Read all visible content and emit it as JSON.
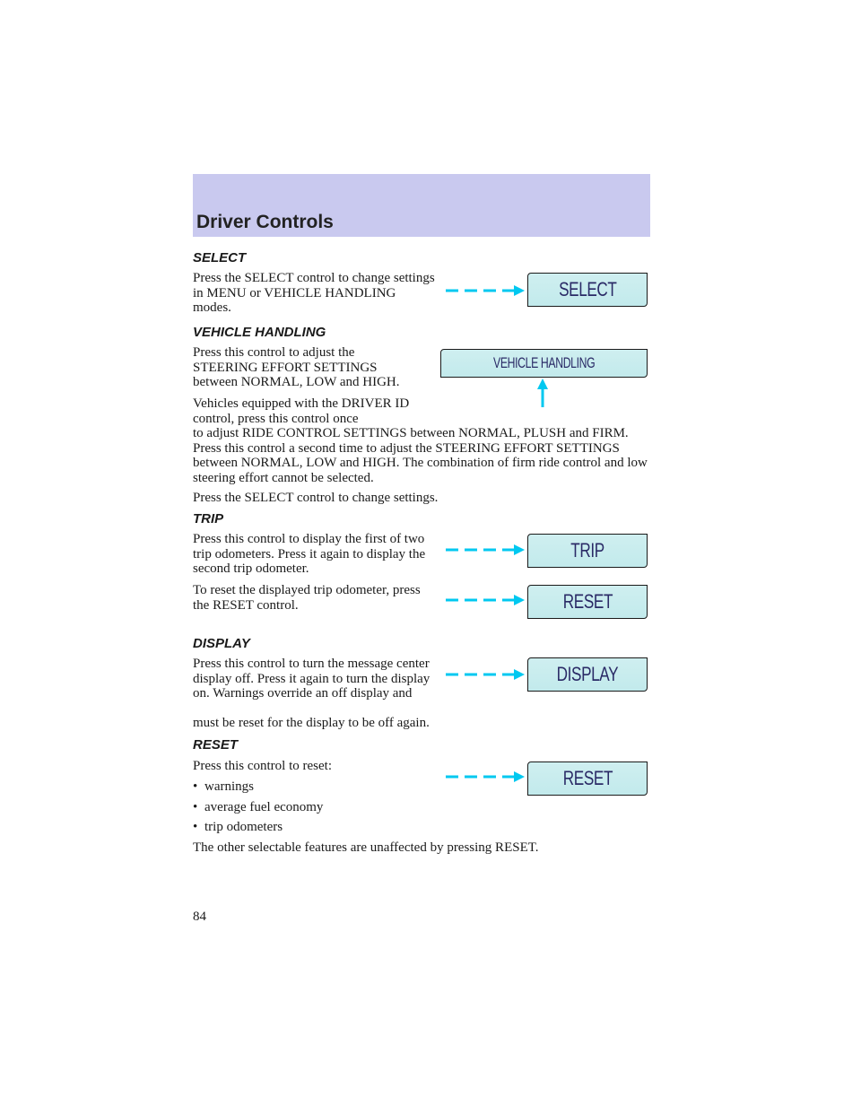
{
  "header": {
    "title": "Driver Controls"
  },
  "sections": {
    "select": {
      "heading": "SELECT",
      "text": "Press the SELECT control to change settings in MENU or VEHICLE HANDLING modes.",
      "button": "SELECT"
    },
    "vehicle_handling": {
      "heading": "VEHICLE HANDLING",
      "text1": "Press this control to adjust the STEERING EFFORT SETTINGS between NORMAL, LOW and HIGH.",
      "text2_a": "Vehicles equipped with the DRIVER ID control, press this control once",
      "text2_b": "to adjust RIDE CONTROL SETTINGS between NORMAL, PLUSH and FIRM. Press this control a second time to adjust the STEERING EFFORT SETTINGS between NORMAL, LOW and HIGH. The combination of firm ride control and low steering effort cannot be selected.",
      "text3": "Press the SELECT control to change settings.",
      "button": "VEHICLE HANDLING"
    },
    "trip": {
      "heading": "TRIP",
      "text1": "Press this control to display the first of two trip odometers. Press it again to display the second trip odometer.",
      "text2": "To reset the displayed trip odometer, press the RESET control.",
      "button": "TRIP",
      "reset_button": "RESET"
    },
    "display": {
      "heading": "DISPLAY",
      "text_a": "Press this control to turn the message center display off. Press it again to turn the display on. Warnings override an off display and",
      "text_b": "must be reset for the display to be off again.",
      "button": "DISPLAY"
    },
    "reset": {
      "heading": "RESET",
      "intro": "Press this control to reset:",
      "items": [
        "warnings",
        "average fuel economy",
        "trip odometers"
      ],
      "outro": "The other selectable features are unaffected by pressing RESET.",
      "button": "RESET"
    }
  },
  "page_number": "84",
  "colors": {
    "header_band": "#c9c9ef",
    "button_fill": "#c6ecee",
    "arrow": "#00c8f0",
    "button_text": "#2a2a66"
  }
}
